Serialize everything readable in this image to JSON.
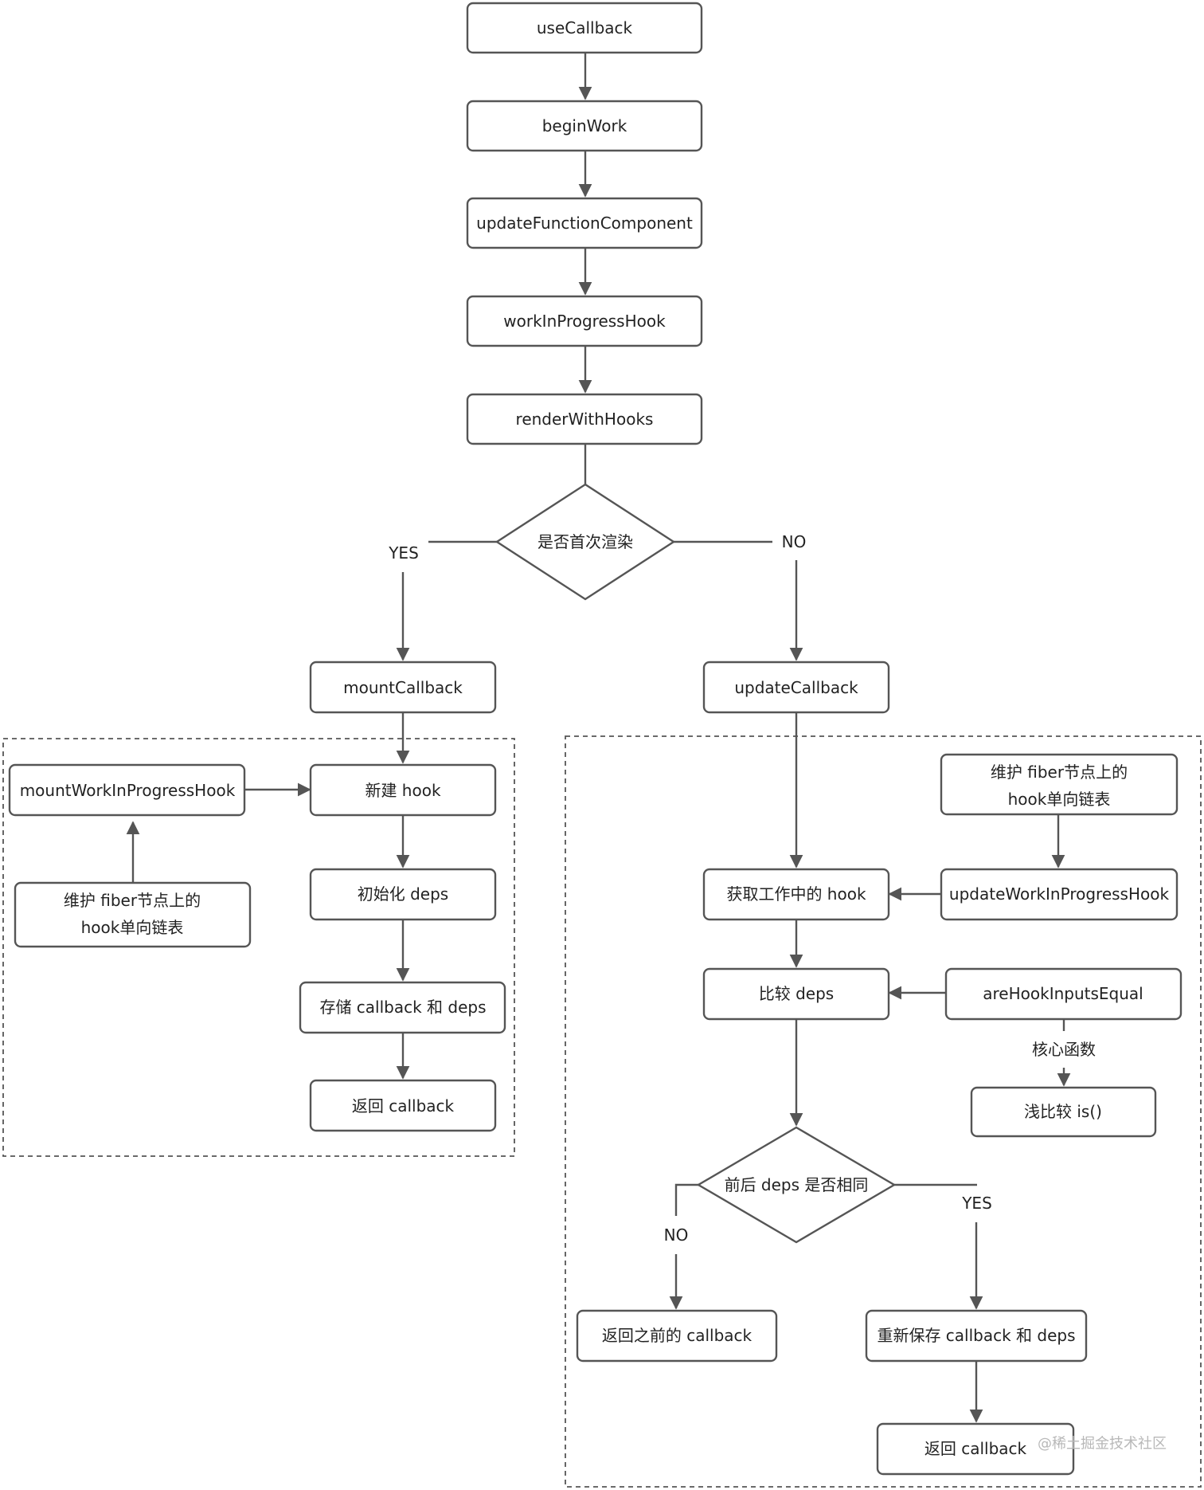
{
  "nodes": {
    "use_callback": "useCallback",
    "begin_work": "beginWork",
    "update_function_component": "updateFunctionComponent",
    "work_in_progress_hook": "workInProgressHook",
    "render_with_hooks": "renderWithHooks",
    "first_render_decision": "是否首次渲染",
    "mount_callback": "mountCallback",
    "update_callback": "updateCallback",
    "mount_wip_hook": "mountWorkInProgressHook",
    "new_hook": "新建 hook",
    "maintain_list_left_line1": "维护 fiber节点上的",
    "maintain_list_left_line2": "hook单向链表",
    "init_deps": "初始化 deps",
    "store_callback_deps": "存储 callback 和 deps",
    "return_callback_left": "返回 callback",
    "maintain_list_right_line1": "维护 fiber节点上的",
    "maintain_list_right_line2": "hook单向链表",
    "get_wip_hook": "获取工作中的 hook",
    "update_wip_hook": "updateWorkInProgressHook",
    "compare_deps": "比较 deps",
    "are_hook_inputs_equal": "areHookInputsEqual",
    "shallow_compare": "浅比较 is()",
    "deps_same_decision": "前后 deps 是否相同",
    "return_prev_callback": "返回之前的 callback",
    "resave_callback_deps": "重新保存 callback 和 deps",
    "return_callback_right": "返回 callback"
  },
  "edge_labels": {
    "first_render_yes": "YES",
    "first_render_no": "NO",
    "core_function": "核心函数",
    "deps_same_no": "NO",
    "deps_same_yes": "YES"
  },
  "watermark": "@稀土掘金技术社区",
  "colors": {
    "stroke": "#555555",
    "text": "#222222",
    "background": "#ffffff",
    "watermark": "#b8b8b8"
  }
}
